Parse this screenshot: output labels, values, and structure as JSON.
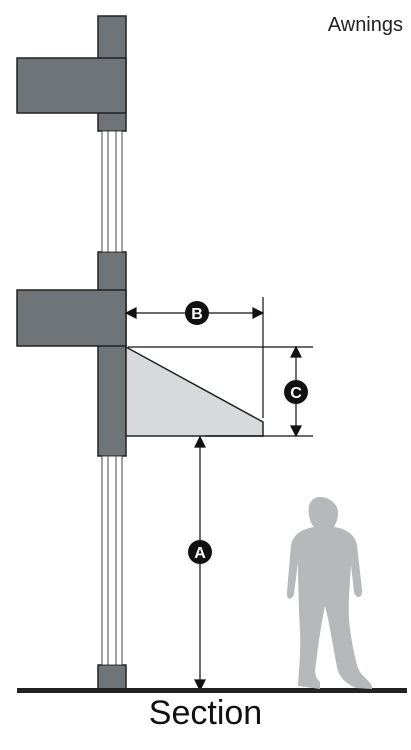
{
  "title": "Awnings",
  "caption": "Section",
  "dimensions": {
    "a": "A",
    "b": "B",
    "c": "C"
  },
  "colors": {
    "wall": "#6e7477",
    "awning": "#d8d9dc",
    "person": "#b7b8ba",
    "ground": "#222222",
    "label_circle": "#111111"
  }
}
